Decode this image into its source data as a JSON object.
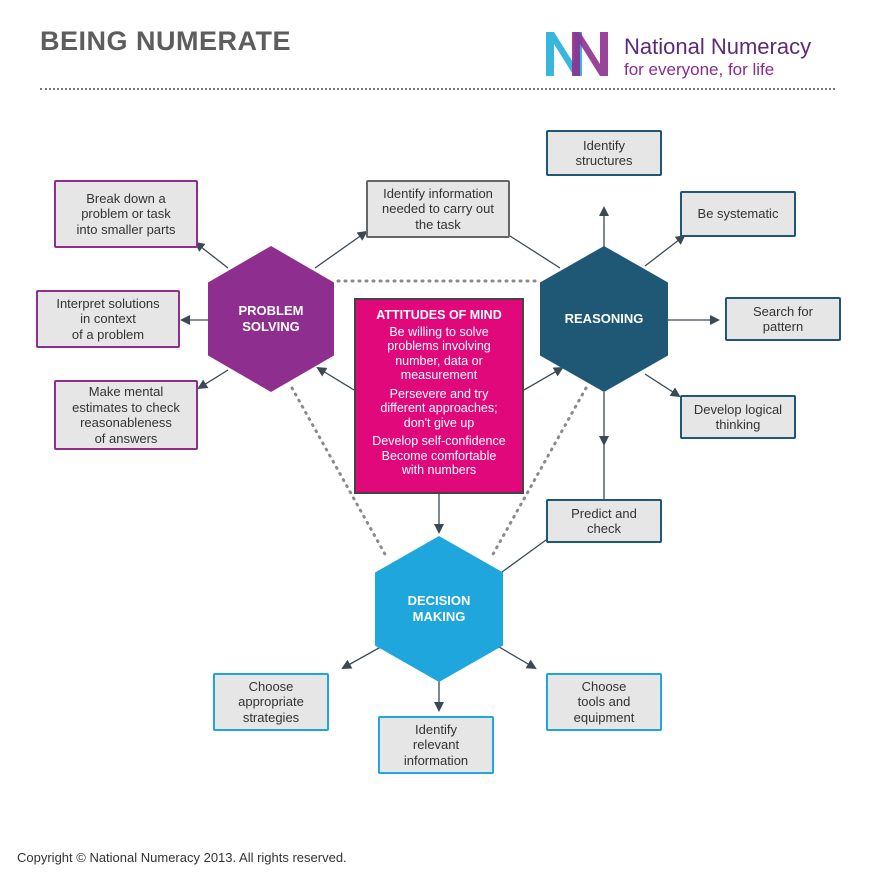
{
  "header": {
    "title": "BEING NUMERATE",
    "logo_name": "National Numeracy",
    "logo_tagline": "for everyone, for life"
  },
  "colors": {
    "problem_solving": "#8e2f8f",
    "reasoning": "#1e5875",
    "decision_making": "#1ea6dd",
    "attitudes": "#e0087a"
  },
  "hubs": {
    "problem_solving": "PROBLEM\nSOLVING",
    "reasoning": "REASONING",
    "decision_making": "DECISION\nMAKING"
  },
  "attitudes": {
    "heading": "ATTITUDES OF MIND",
    "items": [
      "Be willing to solve\nproblems involving\nnumber, data or\nmeasurement",
      "Persevere and try\ndifferent approaches;\ndon't give up",
      "Develop self-confidence",
      "Become comfortable\nwith numbers"
    ]
  },
  "problem_solving_items": [
    "Break down a\nproblem or task\ninto smaller parts",
    "Interpret solutions\nin context\nof a problem",
    "Make mental\nestimates to check\nreasonableness\nof answers"
  ],
  "shared_item": "Identify information\nneeded to carry out\nthe task",
  "reasoning_items": [
    "Identify\nstructures",
    "Be systematic",
    "Search for\npattern",
    "Develop logical\nthinking",
    "Predict and\ncheck"
  ],
  "decision_items": [
    "Choose\nappropriate\nstrategies",
    "Identify\nrelevant\ninformation",
    "Choose\ntools and\nequipment"
  ],
  "footer": {
    "copyright": "Copyright © National Numeracy 2013. All rights reserved."
  }
}
